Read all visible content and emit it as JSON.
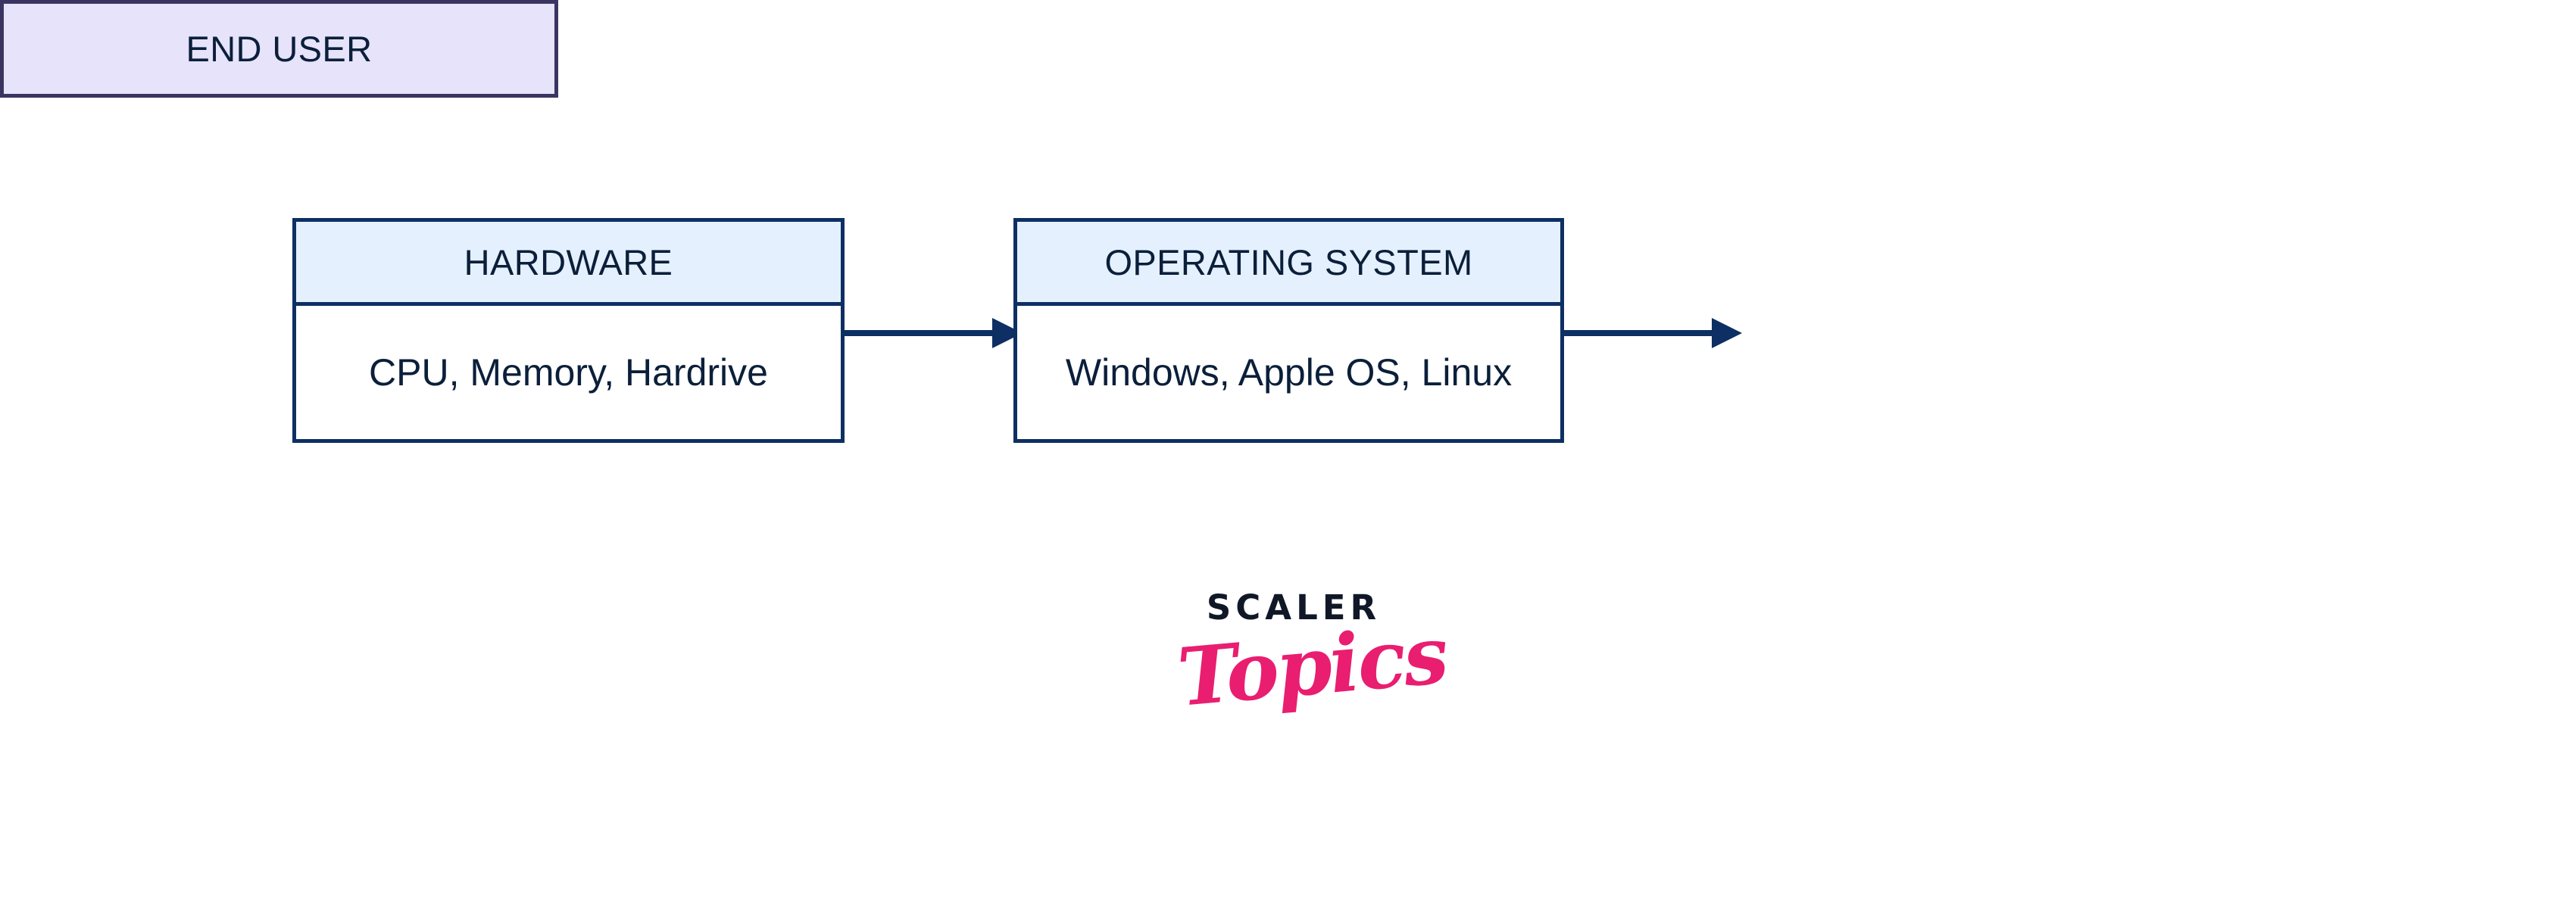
{
  "diagram": {
    "title": "Hardware to Operating System to End User flow",
    "background_color": "#ffffff",
    "nodes": [
      {
        "id": "hardware",
        "header": "HARDWARE",
        "body": "CPU, Memory, Hardrive",
        "header_fill": "#e4f0fd",
        "body_fill": "#ffffff",
        "border_color": "#0d2f63",
        "text_color": "#0b1f3a"
      },
      {
        "id": "operating-system",
        "header": "OPERATING SYSTEM",
        "body": "Windows, Apple OS, Linux",
        "header_fill": "#e4f0fd",
        "body_fill": "#ffffff",
        "border_color": "#0d2f63",
        "text_color": "#0b1f3a"
      },
      {
        "id": "end-user",
        "header": "END USER",
        "body": "",
        "header_fill": "#e6e3fb",
        "body_fill": "#e6e3fb",
        "border_color": "#3a3560",
        "text_color": "#0b1f3a"
      }
    ],
    "connectors": [
      {
        "id": "hardware-to-operating-system",
        "from": "hardware",
        "to": "operating-system",
        "style": "solid-arrow",
        "color": "#0d2f63"
      },
      {
        "id": "operating-system-to-end-user",
        "from": "operating-system",
        "to": "end-user",
        "style": "solid-arrow",
        "color": "#0d2f63"
      }
    ]
  },
  "branding": {
    "wordmark": "SCALER",
    "script": "Topics",
    "wordmark_color": "#101828",
    "script_color": "#e91e70"
  }
}
